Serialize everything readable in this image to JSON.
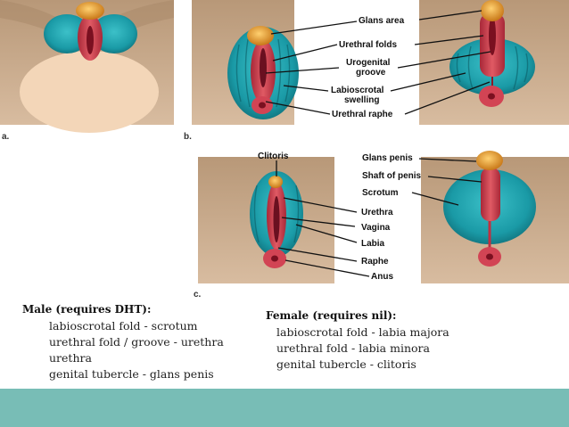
{
  "panels": {
    "a": "a.",
    "b": "b.",
    "c": "c."
  },
  "labels_b": [
    "Glans area",
    "Urethral folds",
    "Urogenital",
    "groove",
    "Labioscrotal",
    "swelling",
    "Urethral raphe"
  ],
  "labels_c_female": [
    "Clitoris",
    "Urethra",
    "Vagina",
    "Labia",
    "Raphe",
    "Anus"
  ],
  "labels_c_male": [
    "Glans penis",
    "Shaft of penis",
    "Scrotum"
  ],
  "male": {
    "heading": "Male (requires DHT):",
    "lines": [
      "labioscrotal fold - scrotum",
      "urethral fold / groove - urethra",
      "urethra",
      "genital tubercle - glans penis"
    ]
  },
  "female": {
    "heading": "Female (requires nil):",
    "lines": [
      "labioscrotal fold - labia majora",
      "urethral fold - labia minora",
      "genital tubercle - clitoris"
    ]
  },
  "colors": {
    "skin": "#c8a888",
    "teal": "#1a9aa6",
    "teal_dark": "#0f6e78",
    "red": "#d0404e",
    "red_dark": "#8a1a28",
    "glans": "#e8a030",
    "footer": "#78bdb6"
  }
}
